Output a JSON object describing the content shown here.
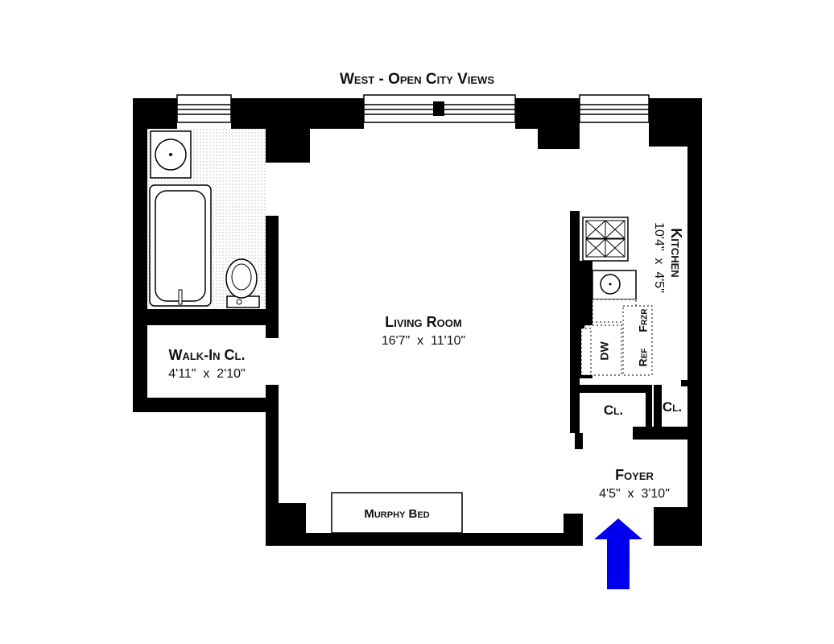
{
  "title": "West - Open City Views",
  "rooms": {
    "living": {
      "name": "Living Room",
      "dims": "16'7\"  x  11'10\""
    },
    "kitchen": {
      "name": "Kitchen",
      "dims": "10'4\"  x  4'5\""
    },
    "walkin": {
      "name": "Walk-In Cl.",
      "dims": "4'11\"  x  2'10\""
    },
    "foyer": {
      "name": "Foyer",
      "dims": "4'5\"  x  3'10\""
    },
    "closet_left": {
      "name": "Cl."
    },
    "closet_right": {
      "name": "Cl."
    }
  },
  "fixtures": {
    "murphy_bed": "Murphy Bed",
    "dishwasher": "DW",
    "freezer": "Frzr",
    "refrigerator": "Ref"
  },
  "colors": {
    "wall": "#000000",
    "entry_arrow": "#0000ee",
    "bath_floor": "#d0d0d0"
  }
}
